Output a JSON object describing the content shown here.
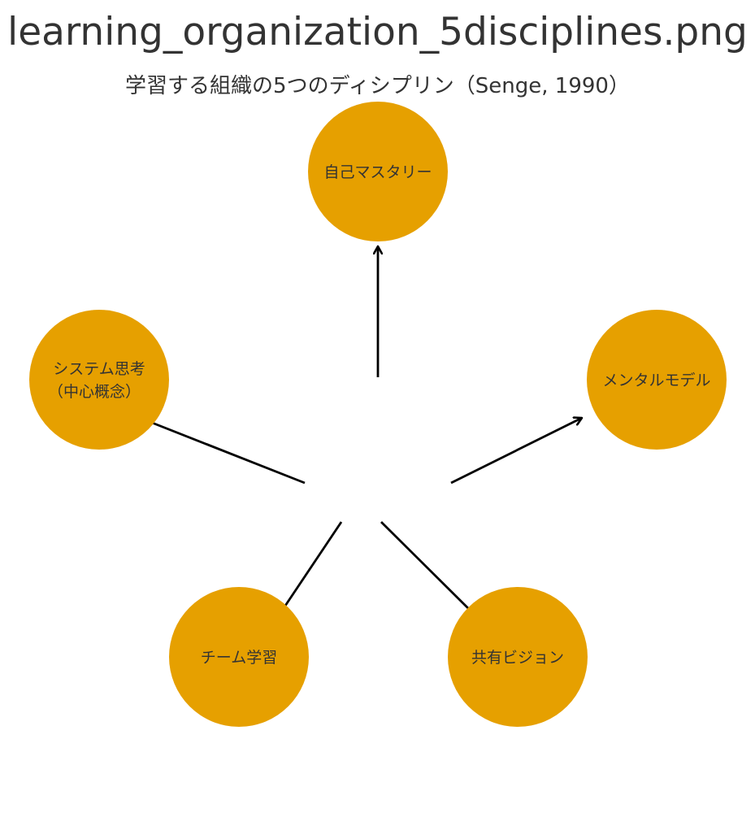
{
  "header": {
    "title": "learning_organization_5disciplines.png",
    "subtitle": "学習する組織の5つのディシプリン（Senge, 1990）"
  },
  "colors": {
    "node_fill": "#E6A000",
    "arrow": "#000000",
    "text": "#333333",
    "background": "#ffffff"
  },
  "nodes": [
    {
      "id": "personal-mastery",
      "lines": [
        "自己マスタリー"
      ]
    },
    {
      "id": "mental-models",
      "lines": [
        "メンタルモデル"
      ]
    },
    {
      "id": "shared-vision",
      "lines": [
        "共有ビジョン"
      ]
    },
    {
      "id": "team-learning",
      "lines": [
        "チーム学習"
      ]
    },
    {
      "id": "systems-thinking",
      "lines": [
        "システム思考",
        "（中心概念）"
      ]
    }
  ]
}
